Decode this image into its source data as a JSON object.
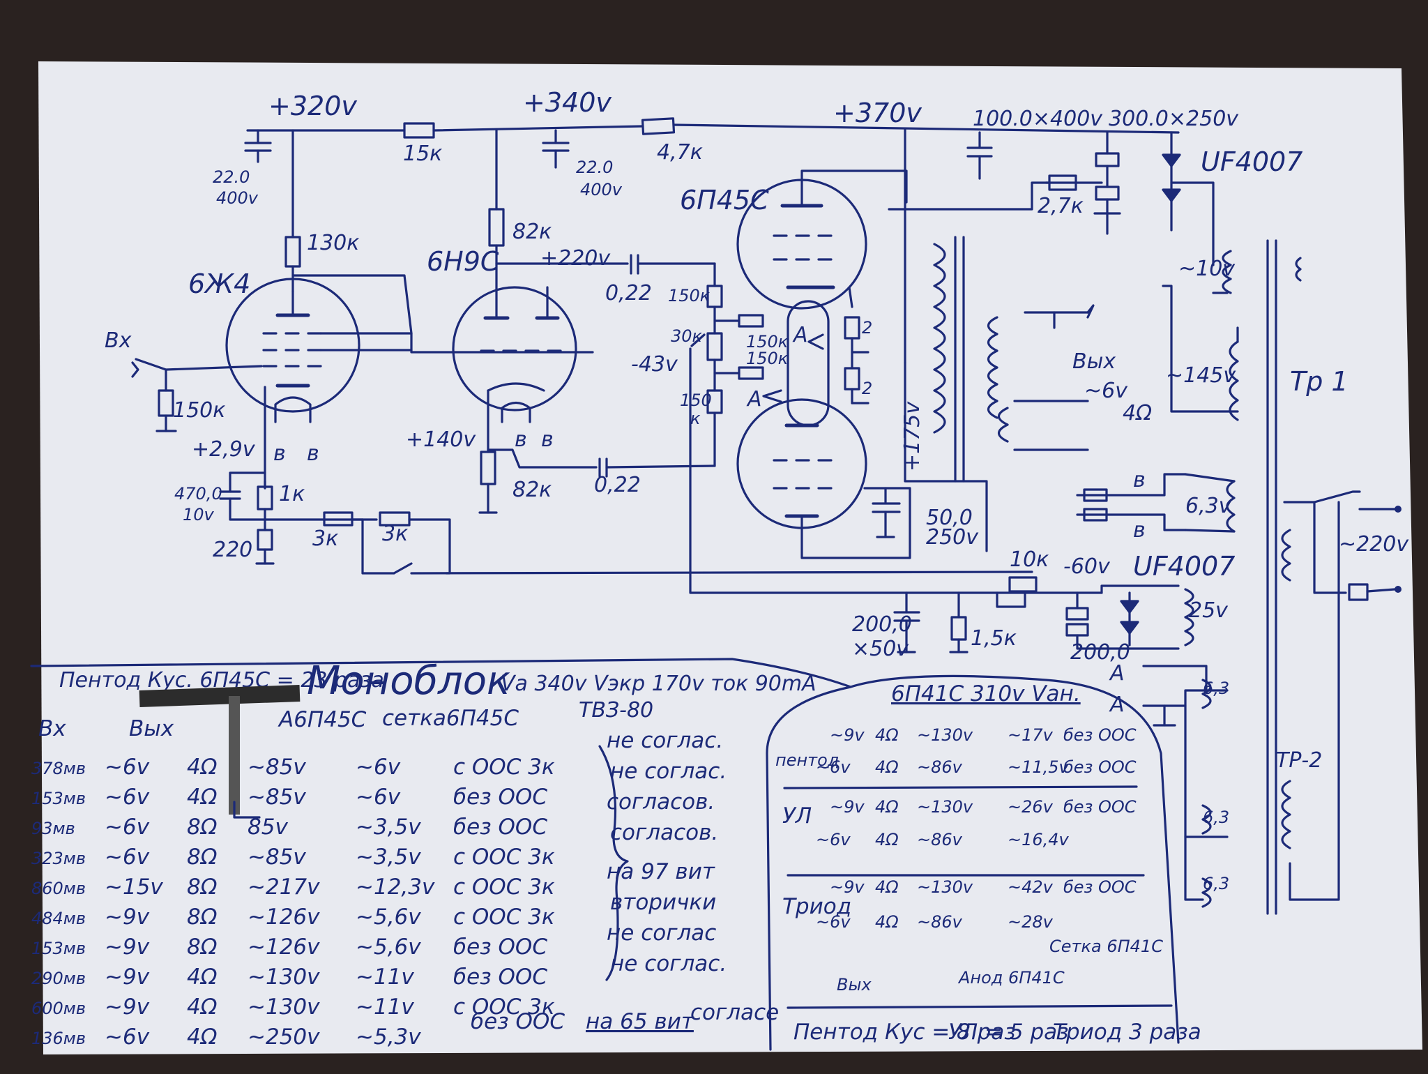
{
  "colors": {
    "paper": "#e8eaf0",
    "ink": "#1c2a78",
    "background": "#2a2220",
    "marker": "#333333"
  },
  "schematic": {
    "rails": {
      "v320": "+320v",
      "v340": "+340v",
      "v370": "+370v",
      "v220": "+220v",
      "v140": "+140v",
      "v29": "+2,9v",
      "v43": "-43v",
      "v175": "+175v",
      "v60": "-60v"
    },
    "tubes": {
      "t1": "6Ж4",
      "t2": "6Н9С",
      "t3": "6П45С"
    },
    "components": {
      "r15k": "15к",
      "r47k": "4,7к",
      "c22a": "22.0",
      "c22a_v": "400v",
      "c22b": "22.0",
      "c22b_v": "400v",
      "r130k": "130к",
      "r82a": "82к",
      "r82b": "82к",
      "c022a": "0,22",
      "c022b": "0,22",
      "r150a": "150к",
      "r150b": "150к",
      "r150c": "150к",
      "r30k": "30к",
      "r150d": "150",
      "r150d_k": "к",
      "r150in": "150к",
      "c470": "470,0",
      "c470_v": "10v",
      "r1k": "1к",
      "r220": "220",
      "r3ka": "3к",
      "r3kb": "3к",
      "cap100": "100.0×400v",
      "cap300": "300.0×250v",
      "diode1": "UF4007",
      "r27k": "2,7к",
      "r2a": "2",
      "r2b": "2",
      "c50": "50,0",
      "c50_v": "250v",
      "r10k": "10к",
      "diode2": "UF4007",
      "c200a": "200,0",
      "c200a_v": "×50v",
      "r15kb": "1,5к",
      "c200b": "200,0",
      "w10": "~10v",
      "w145": "~145v",
      "w63a": "6,3v",
      "w25": "25v",
      "w63b": "6,3",
      "w63c": "6,3",
      "w63d": "6,3",
      "mains": "~220v",
      "tr1": "Тр 1",
      "tr2": "ТР-2",
      "out_label": "Вых",
      "out_v": "~6v",
      "out_r": "4Ω",
      "letter_b": "в",
      "letter_a": "А",
      "input": "Вх"
    }
  },
  "notes": {
    "pentode_gain": "Пентод Кус. 6П45С = 23 раза",
    "title": "Моноблок",
    "subtitle": "Vа 340v  Vэкр 170v  ток 90mA",
    "transformer": "ТВЗ-80",
    "col_vx": "Вх",
    "col_out": "Вых",
    "col_anode": "А6П45С",
    "col_grid": "сетка6П45С",
    "rows": [
      {
        "vin": "378мв",
        "vout": "~6v",
        "r": "4Ω",
        "anode": "~85v",
        "grid": "~6v",
        "fb": "с ООС 3к"
      },
      {
        "vin": "153мв",
        "vout": "~6v",
        "r": "4Ω",
        "anode": "~85v",
        "grid": "~6v",
        "fb": "без ООС"
      },
      {
        "vin": "93мв",
        "vout": "~6v",
        "r": "8Ω",
        "anode": "85v",
        "grid": "~3,5v",
        "fb": "без ООС"
      },
      {
        "vin": "323мв",
        "vout": "~6v",
        "r": "8Ω",
        "anode": "~85v",
        "grid": "~3,5v",
        "fb": "с ООС 3к"
      },
      {
        "vin": "860мв",
        "vout": "~15v",
        "r": "8Ω",
        "anode": "~217v",
        "grid": "~12,3v",
        "fb": "с ООС 3к"
      },
      {
        "vin": "484мв",
        "vout": "~9v",
        "r": "8Ω",
        "anode": "~126v",
        "grid": "~5,6v",
        "fb": "с ООС 3к"
      },
      {
        "vin": "153мв",
        "vout": "~9v",
        "r": "8Ω",
        "anode": "~126v",
        "grid": "~5,6v",
        "fb": "без ООС"
      },
      {
        "vin": "290мв",
        "vout": "~9v",
        "r": "4Ω",
        "anode": "~130v",
        "grid": "~11v",
        "fb": "без ООС"
      },
      {
        "vin": "600мв",
        "vout": "~9v",
        "r": "4Ω",
        "anode": "~130v",
        "grid": "~11v",
        "fb": "с ООС 3к"
      },
      {
        "vin": "136мв",
        "vout": "~6v",
        "r": "4Ω",
        "anode": "~250v",
        "grid": "~5,3v",
        "fb": ""
      }
    ],
    "bottom_fb": "без ООС",
    "bottom_note": "на 65 вит",
    "bottom_agree": "согласе",
    "agreement": [
      "не соглас.",
      "не соглас.",
      "согласов.",
      "согласов.",
      "на 97 вит",
      "вторички",
      "не соглас",
      "не соглас."
    ],
    "right_title": "6П41С 310v Vан.",
    "pentode_label": "пентод",
    "ul_label": "УЛ",
    "triode_label": "Триод",
    "right_rows": [
      {
        "v": "~9v",
        "r": "4Ω",
        "a": "~130v",
        "g": "~17v",
        "fb": "без ООС"
      },
      {
        "v": "~6v",
        "r": "4Ω",
        "a": "~86v",
        "g": "~11,5v",
        "fb": "без ООС"
      },
      {
        "v": "~9v",
        "r": "4Ω",
        "a": "~130v",
        "g": "~26v",
        "fb": "без ООС"
      },
      {
        "v": "~6v",
        "r": "4Ω",
        "a": "~86v",
        "g": "~16,4v",
        "fb": ""
      },
      {
        "v": "~9v",
        "r": "4Ω",
        "a": "~130v",
        "g": "~42v",
        "fb": "без ООС"
      },
      {
        "v": "~6v",
        "r": "4Ω",
        "a": "~86v",
        "g": "~28v",
        "fb": ""
      }
    ],
    "arrow_out": "Вых",
    "arrow_anode": "Анод 6П41С",
    "arrow_grid": "Сетка 6П41С",
    "summary_pentode": "Пентод Кус = 8 раз",
    "summary_ul": "УЛ = 5 раз",
    "summary_triode": "Триод 3 раза"
  }
}
